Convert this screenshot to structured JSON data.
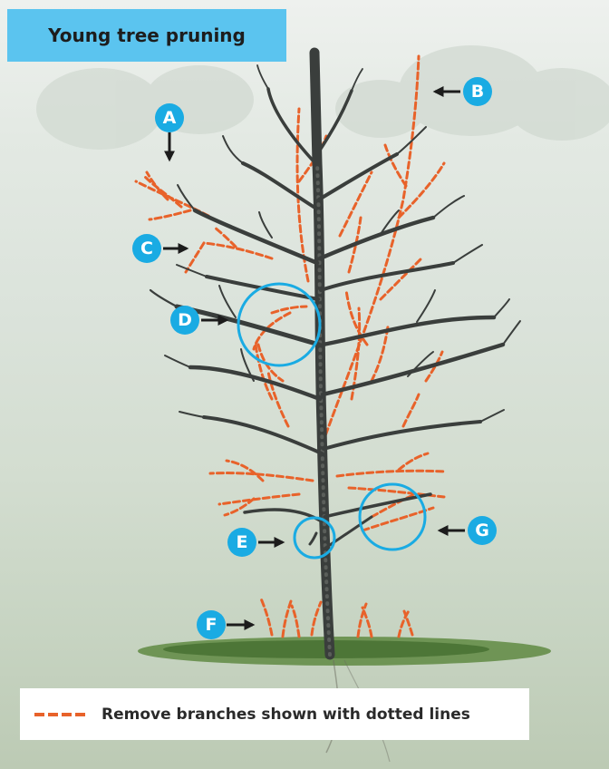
{
  "title": "Young tree pruning",
  "legend": "Remove branches shown with dotted lines",
  "markers": {
    "a": "A",
    "b": "B",
    "c": "C",
    "d": "D",
    "e": "E",
    "f": "F",
    "g": "G"
  },
  "colors": {
    "title_bg": "#5bc4ef",
    "marker": "#1aabe3",
    "dotted": "#e8622a",
    "branch": "#3a3e3c",
    "ground": "#4f7a34"
  }
}
